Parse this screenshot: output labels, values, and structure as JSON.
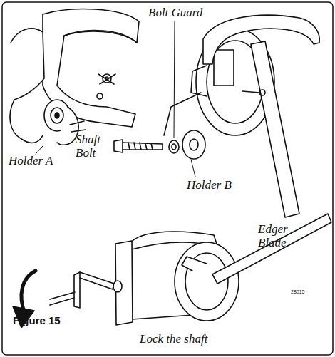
{
  "diagram": {
    "caption": "Figure 15",
    "labels": [
      "Bolt Guard",
      "Holder A",
      "Shaft Bolt",
      "Holder B",
      "Edger Blade",
      "28015",
      "Lock the shaft"
    ]
  }
}
